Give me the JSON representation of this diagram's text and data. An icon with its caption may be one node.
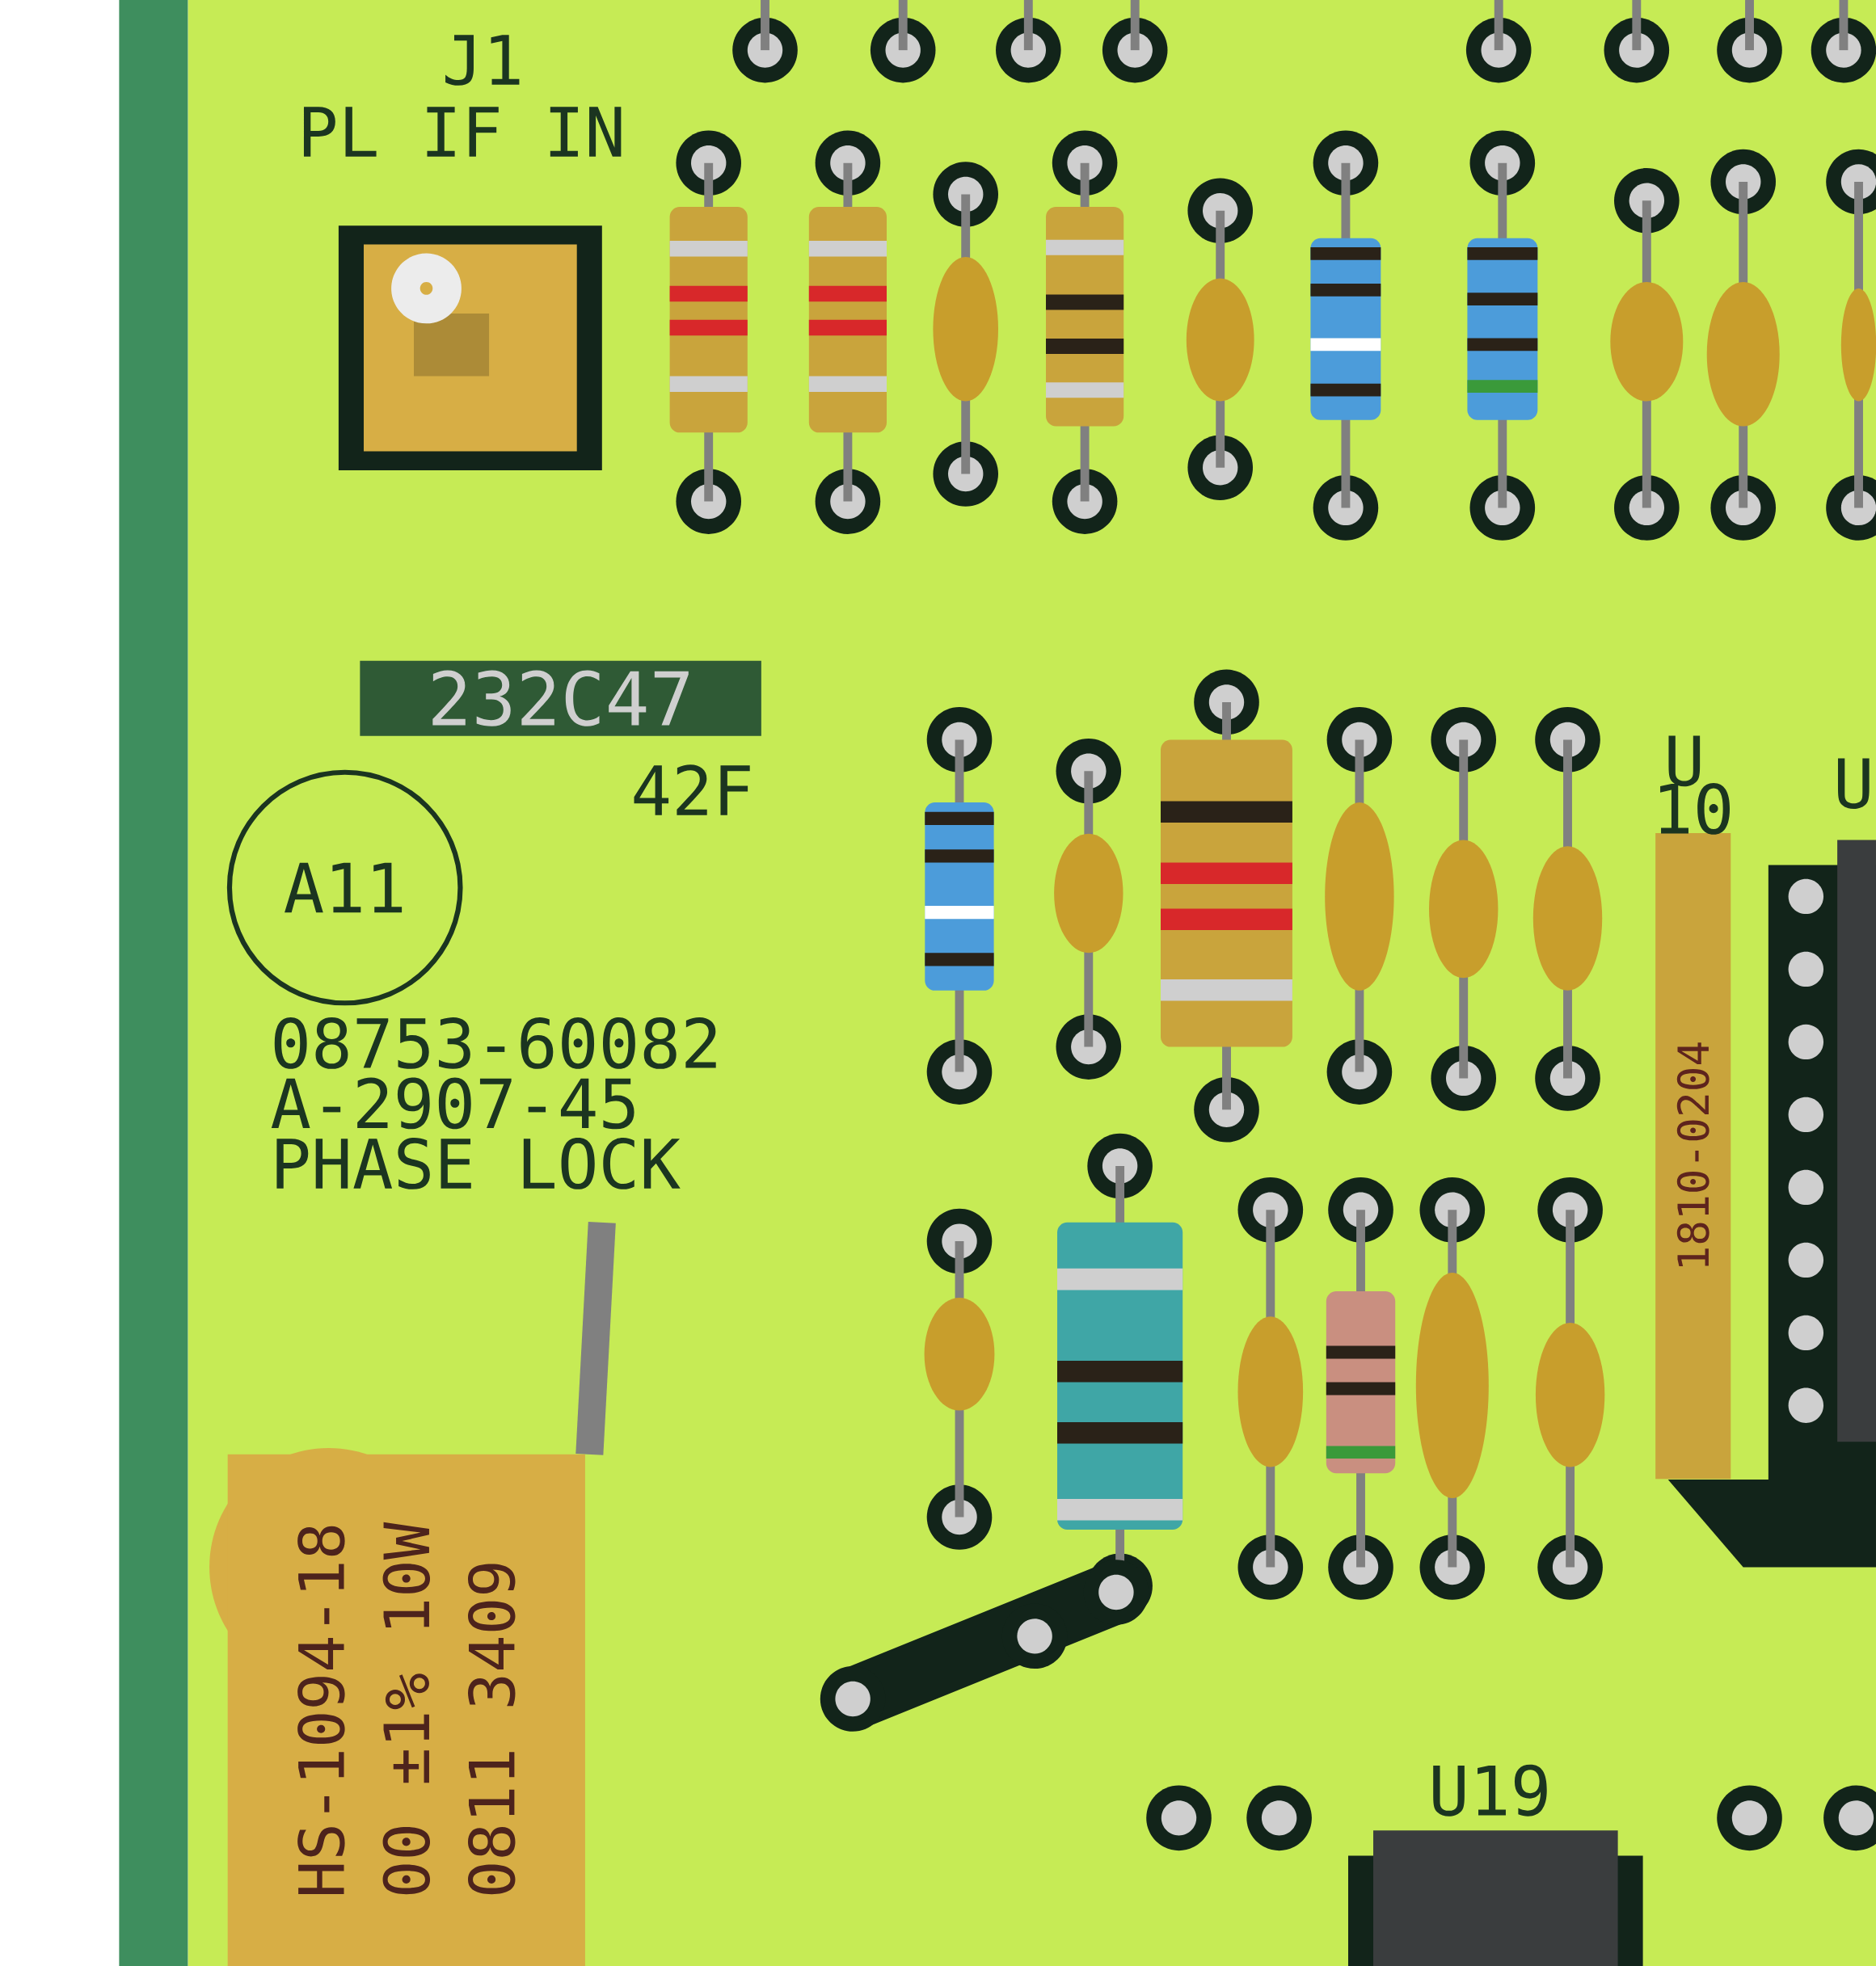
{
  "diagram": {
    "nodes": [
      {
        "text": [
          "232C47"
        ]
      },
      {
        "text": [
          "A11"
        ]
      },
      {
        "text": [
          "HS-1094-18",
          "00 ±1% 10W",
          "0811 3409"
        ]
      },
      {
        "text": [
          "1810-0204"
        ]
      }
    ],
    "labels": [
      "J1",
      "PL IF IN",
      "42F",
      "08753-60082",
      "A-2907-45",
      "PHASE LOCK",
      "U",
      "10",
      "U19",
      "U"
    ]
  }
}
